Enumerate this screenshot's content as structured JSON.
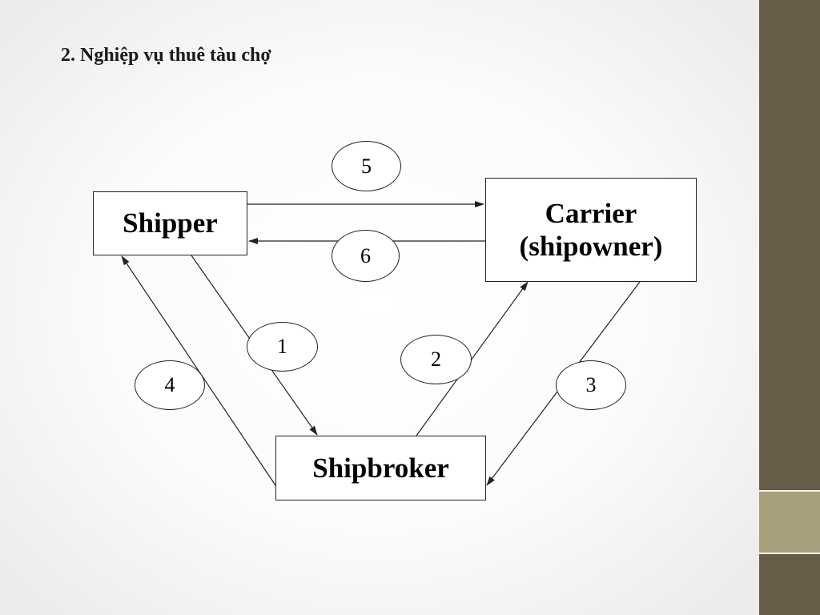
{
  "slide": {
    "title": "2. Nghiệp vụ thuê tàu chợ"
  },
  "diagram": {
    "nodes": {
      "shipper": "Shipper",
      "carrier_line1": "Carrier",
      "carrier_line2": "(shipowner)",
      "shipbroker": "Shipbroker"
    },
    "steps": {
      "one": "1",
      "two": "2",
      "three": "3",
      "four": "4",
      "five": "5",
      "six": "6"
    },
    "edges": [
      {
        "from": "Shipper",
        "to": "Shipbroker",
        "step": "1"
      },
      {
        "from": "Shipbroker",
        "to": "Carrier (shipowner)",
        "step": "2"
      },
      {
        "from": "Carrier (shipowner)",
        "to": "Shipbroker",
        "step": "3"
      },
      {
        "from": "Shipbroker",
        "to": "Shipper",
        "step": "4"
      },
      {
        "from": "Shipper",
        "to": "Carrier (shipowner)",
        "step": "5"
      },
      {
        "from": "Carrier (shipowner)",
        "to": "Shipper",
        "step": "6"
      }
    ]
  },
  "theme": {
    "sidebar": "#665e49",
    "sidebar_accent": "#a8a07c",
    "line": "#222222"
  }
}
